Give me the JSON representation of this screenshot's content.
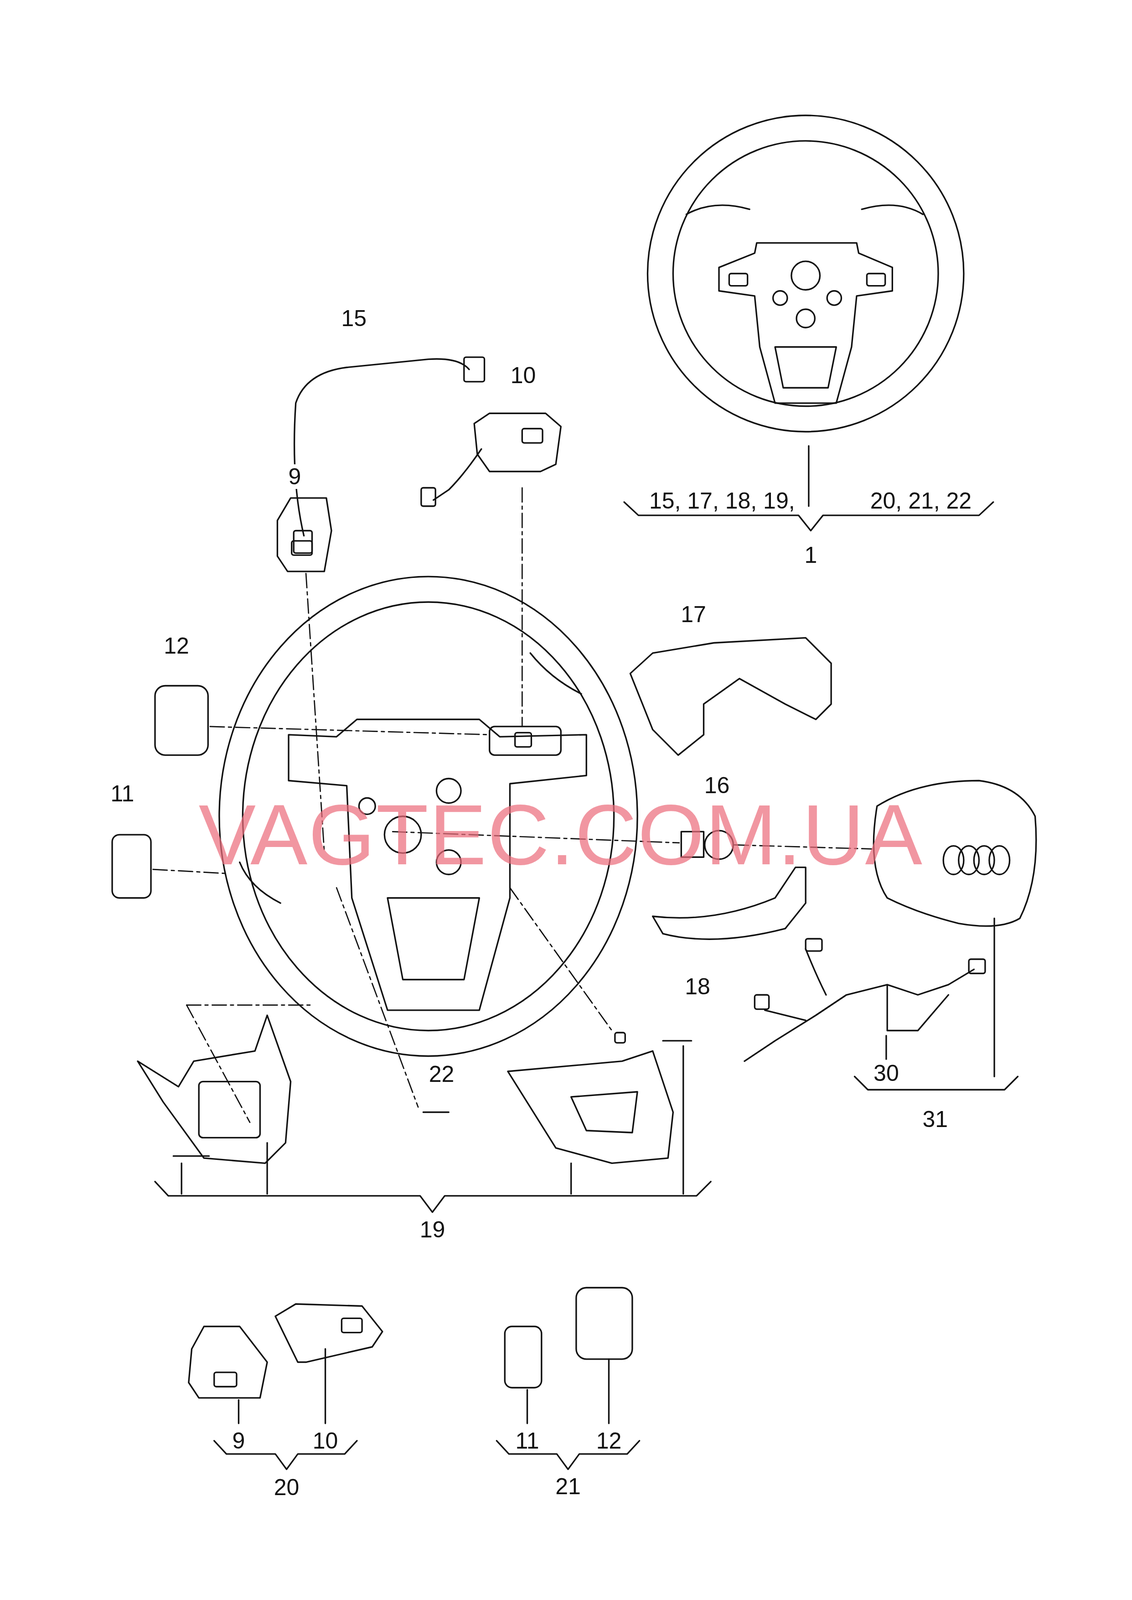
{
  "diagram": {
    "labels": [
      "15",
      "10",
      "9",
      "15, 17, 18, 19,",
      "20, 21, 22",
      "1",
      "17",
      "12",
      "VAGTEC.COM.UA",
      "16",
      "11",
      "18",
      "22",
      "30",
      "31",
      "19",
      "9",
      "10",
      "20",
      "11",
      "12",
      "21"
    ]
  }
}
